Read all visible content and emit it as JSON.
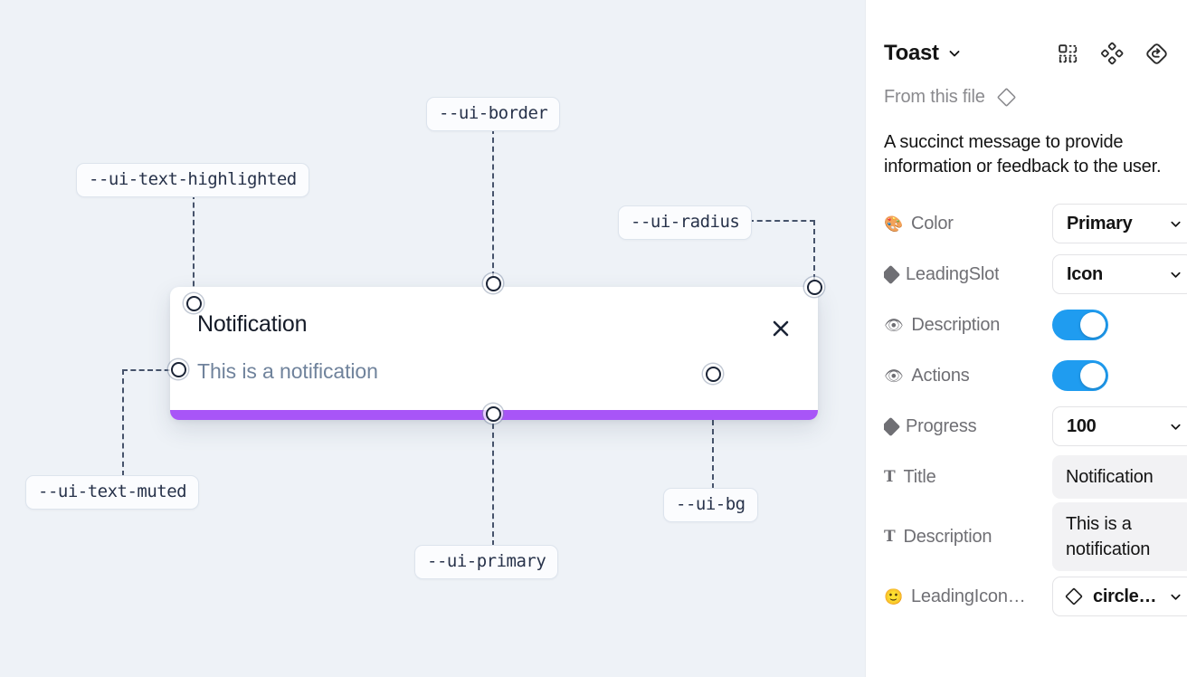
{
  "canvas": {
    "background_color": "#eef2f7",
    "toast": {
      "title": "Notification",
      "description": "This is a notification",
      "close_icon": "close-x-icon",
      "progress_color": "#a855f7",
      "background_color": "#ffffff"
    },
    "tokens": [
      {
        "id": "text-highlighted",
        "label": "--ui-text-highlighted"
      },
      {
        "id": "border",
        "label": "--ui-border"
      },
      {
        "id": "radius",
        "label": "--ui-radius"
      },
      {
        "id": "text-muted",
        "label": "--ui-text-muted"
      },
      {
        "id": "primary",
        "label": "--ui-primary"
      },
      {
        "id": "bg",
        "label": "--ui-bg"
      }
    ]
  },
  "panel": {
    "title": "Toast",
    "title_caret_icon": "chevron-down-icon",
    "header_icons": [
      {
        "id": "components",
        "name": "component-grid-icon"
      },
      {
        "id": "variants",
        "name": "diamond-cluster-icon"
      },
      {
        "id": "reset",
        "name": "reset-rotate-icon"
      }
    ],
    "from_file_label": "From this file",
    "from_file_icon": "diamond-outline-icon",
    "description": "A succinct message to provide information or feedback to the user.",
    "properties": [
      {
        "id": "color",
        "icon": "palette-emoji",
        "icon_glyph": "🎨",
        "label": "Color",
        "control": "select",
        "value": "Primary"
      },
      {
        "id": "leadingslot",
        "icon": "diamond-filled",
        "icon_glyph": "",
        "label": "LeadingSlot",
        "control": "select",
        "value": "Icon"
      },
      {
        "id": "description",
        "icon": "eye-emoji",
        "icon_glyph": "👁",
        "label": "Description",
        "control": "toggle",
        "value": "on"
      },
      {
        "id": "actions",
        "icon": "eye-emoji",
        "icon_glyph": "👁",
        "label": "Actions",
        "control": "toggle",
        "value": "on"
      },
      {
        "id": "progress",
        "icon": "diamond-filled",
        "icon_glyph": "",
        "label": "Progress",
        "control": "select",
        "value": "100"
      },
      {
        "id": "title",
        "icon": "text-t",
        "icon_glyph": "T",
        "label": "Title",
        "control": "text",
        "value": "Notification"
      },
      {
        "id": "desc-text",
        "icon": "text-t",
        "icon_glyph": "T",
        "label": "Description",
        "control": "text",
        "value": "This is a notification"
      },
      {
        "id": "leadingicon",
        "icon": "smiley-emoji",
        "icon_glyph": "🙂",
        "label": "LeadingIcon…",
        "control": "icon-select",
        "value": "circle…"
      }
    ]
  },
  "colors": {
    "accent_purple": "#a855f7",
    "toggle_blue": "#1f9cf0",
    "canvas_bg": "#eef2f7",
    "connector": "#46536b"
  }
}
